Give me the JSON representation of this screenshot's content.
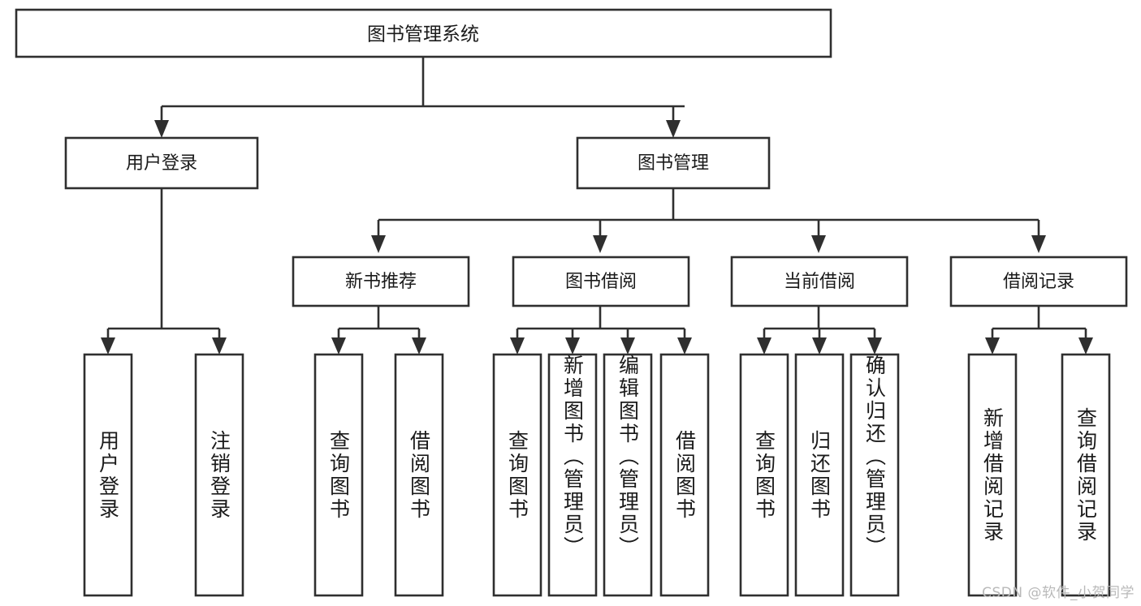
{
  "diagram": {
    "type": "tree-hierarchy",
    "title": "图书管理系统",
    "watermark": "CSDN @软件_小贺同学",
    "colors": {
      "stroke": "#2f2f2f",
      "fill": "#ffffff",
      "text": "#1a1a1a",
      "watermark": "#b9b9b9"
    },
    "root": {
      "label": "图书管理系统"
    },
    "level2": [
      {
        "label": "用户登录"
      },
      {
        "label": "图书管理"
      }
    ],
    "level3": [
      {
        "label": "新书推荐"
      },
      {
        "label": "图书借阅"
      },
      {
        "label": "当前借阅"
      },
      {
        "label": "借阅记录"
      }
    ],
    "leaves": {
      "user_login": [
        {
          "label": "用户登录"
        },
        {
          "label": "注销登录"
        }
      ],
      "new_book_recommend": [
        {
          "label": "查询图书"
        },
        {
          "label": "借阅图书"
        }
      ],
      "book_borrow": [
        {
          "label": "查询图书"
        },
        {
          "label": "新增图书（管理员）"
        },
        {
          "label": "编辑图书（管理员）"
        },
        {
          "label": "借阅图书"
        }
      ],
      "current_borrow": [
        {
          "label": "查询图书"
        },
        {
          "label": "归还图书"
        },
        {
          "label": "确认归还（管理员）"
        }
      ],
      "borrow_record": [
        {
          "label": "新增借阅记录"
        },
        {
          "label": "查询借阅记录"
        }
      ]
    }
  }
}
